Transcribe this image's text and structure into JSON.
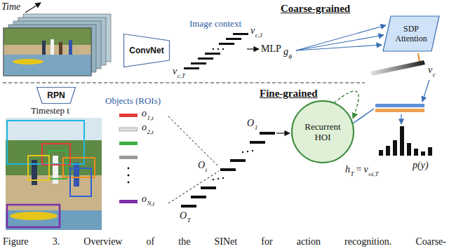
{
  "diagram": {
    "caption": "Figure 3. Overview of the SINet for action recognition. Coarse-",
    "nodes": [
      {
        "text": [
          "ConvNet"
        ]
      },
      {
        "text": [
          "SDP Attention"
        ]
      },
      {
        "text": [
          "RPN"
        ]
      },
      {
        "text": [
          "Recurrent HOI"
        ]
      }
    ],
    "labels": [
      "Time",
      "Coarse-grained",
      "Image context",
      "v",
      "c,1",
      "v",
      "c,T",
      "MLP",
      "g",
      "ϕ",
      "v",
      "c",
      "Fine-grained",
      "Objects (ROIs)",
      "Timestep t",
      "o",
      "1,t",
      "o",
      "2,t",
      "o",
      "N,t",
      "O",
      "1",
      "O",
      "t",
      "O",
      "T",
      "h",
      "T",
      "=",
      "v",
      "oi,T",
      "p(y)"
    ]
  }
}
